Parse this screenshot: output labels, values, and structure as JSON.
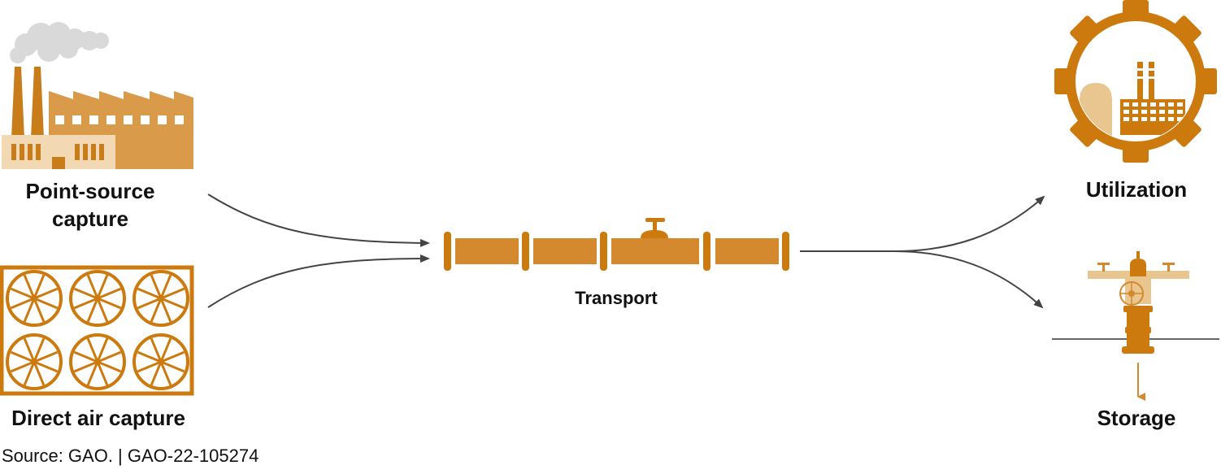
{
  "labels": {
    "point_source": [
      "Point-source",
      "capture"
    ],
    "direct_air": "Direct air capture",
    "transport": "Transport",
    "utilization": "Utilization",
    "storage": "Storage"
  },
  "source_note": "Source: GAO.  |  GAO-22-105274",
  "colors": {
    "orange": "#D4892E",
    "dark_orange": "#CC7A0E",
    "light_orange": "#F2D9B3",
    "arrow": "#444444",
    "cloud": "#D8D8D8"
  },
  "icons": [
    "factory-icon",
    "fan-array-icon",
    "pipeline-icon",
    "gear-icon",
    "wellhead-icon"
  ]
}
